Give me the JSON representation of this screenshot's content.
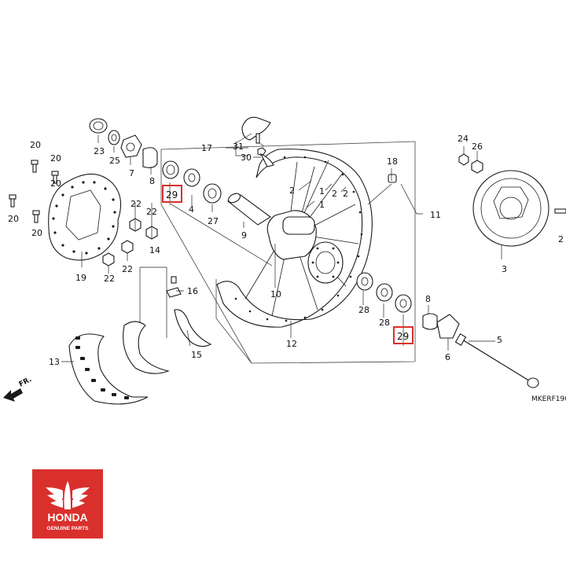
{
  "diagram": {
    "code": "MKERF190",
    "direction_label": "FR.",
    "highlight_color": "#d9302c",
    "highlighted_parts": [
      "29",
      "29"
    ],
    "callouts": {
      "c1a": "1",
      "c1b": "1",
      "c2a": "2",
      "c2b": "2",
      "c2c": "2",
      "c3": "3",
      "c4": "4",
      "c5": "5",
      "c6": "6",
      "c7": "7",
      "c8a": "8",
      "c8b": "8",
      "c9": "9",
      "c10": "10",
      "c11": "11",
      "c12": "12",
      "c13": "13",
      "c14": "14",
      "c15": "15",
      "c16": "16",
      "c17": "17",
      "c18": "18",
      "c19": "19",
      "c20a": "20",
      "c20b": "20",
      "c20c": "20",
      "c20d": "20",
      "c20e": "20",
      "c22a": "22",
      "c22b": "22",
      "c22c": "22",
      "c22d": "22",
      "c23": "23",
      "c24": "24",
      "c25": "25",
      "c26": "26",
      "c27": "27",
      "c28a": "28",
      "c28b": "28",
      "c29a": "29",
      "c29b": "29",
      "c30": "30",
      "c31": "31",
      "c2edge": "2"
    }
  },
  "logo": {
    "brand": "HONDA",
    "tagline": "GENUINE PARTS",
    "bg_color": "#d9302c"
  }
}
